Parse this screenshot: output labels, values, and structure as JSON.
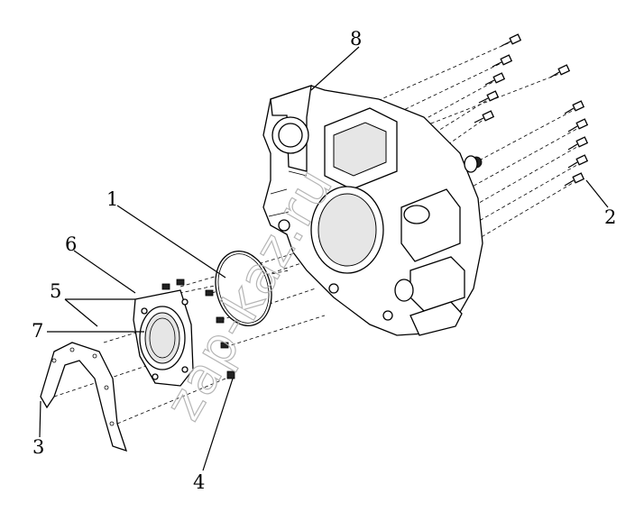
{
  "callouts": [
    {
      "id": "1",
      "label": "1"
    },
    {
      "id": "2",
      "label": "2"
    },
    {
      "id": "3",
      "label": "3"
    },
    {
      "id": "4",
      "label": "4"
    },
    {
      "id": "5",
      "label": "5"
    },
    {
      "id": "6",
      "label": "6"
    },
    {
      "id": "7",
      "label": "7"
    },
    {
      "id": "8",
      "label": "8"
    }
  ],
  "watermark": "zap-kaz.ru"
}
